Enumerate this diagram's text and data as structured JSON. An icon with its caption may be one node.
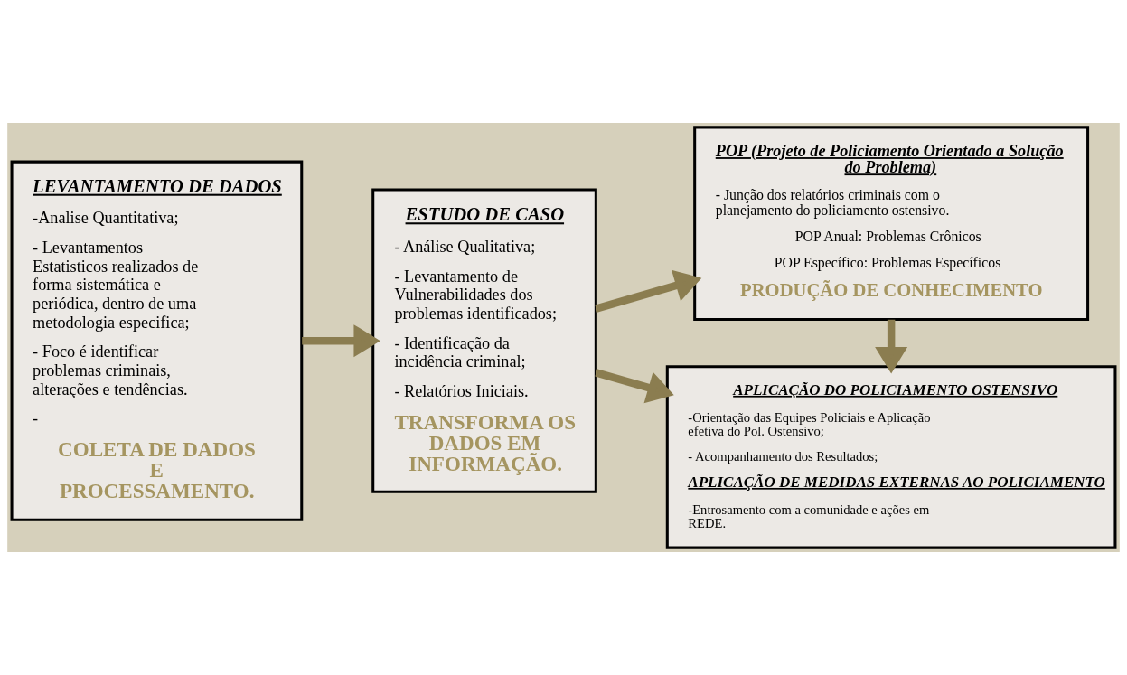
{
  "diagram": {
    "nodes": [
      {
        "text": [
          "LEVANTAMENTO DE DADOS",
          "-Analise Quantitativa;",
          "- Levantamentos Estatisticos realizados de forma sistemática e periódica, dentro de uma metodologia especifica;",
          "- Foco é identificar problemas criminais, alterações e tendências.",
          "-",
          "COLETA DE DADOS E PROCESSAMENTO."
        ]
      },
      {
        "text": [
          "ESTUDO DE CASO",
          "- Análise Qualitativa;",
          "- Levantamento de Vulnerabilidades dos problemas identificados;",
          "- Identificação da incidência criminal;",
          "- Relatórios Iniciais.",
          "TRANSFORMA OS DADOS EM INFORMAÇÃO."
        ]
      },
      {
        "text": [
          "POP (Projeto de Policiamento Orientado a Solução do Problema)",
          "- Junção dos relatórios criminais com o planejamento do policiamento ostensivo.",
          "POP Anual: Problemas Crônicos",
          "POP Específico: Problemas Específicos",
          "PRODUÇÃO DE CONHECIMENTO"
        ]
      },
      {
        "text": [
          "APLICAÇÃO DO POLICIAMENTO OSTENSIVO",
          "-Orientação das Equipes Policiais e Aplicação efetiva do Pol. Ostensivo;",
          "- Acompanhamento dos Resultados;",
          "APLICAÇÃO DE MEDIDAS EXTERNAS AO POLICIAMENTO",
          "-Entrosamento com a comunidade e ações em REDE."
        ]
      }
    ],
    "edges": [
      {
        "from": 0,
        "to": 1,
        "arrow": "to"
      },
      {
        "from": 1,
        "to": 2,
        "arrow": "to"
      },
      {
        "from": 2,
        "to": 3,
        "arrow": "to"
      },
      {
        "from": 1,
        "to": 3,
        "arrow": "to"
      }
    ]
  }
}
